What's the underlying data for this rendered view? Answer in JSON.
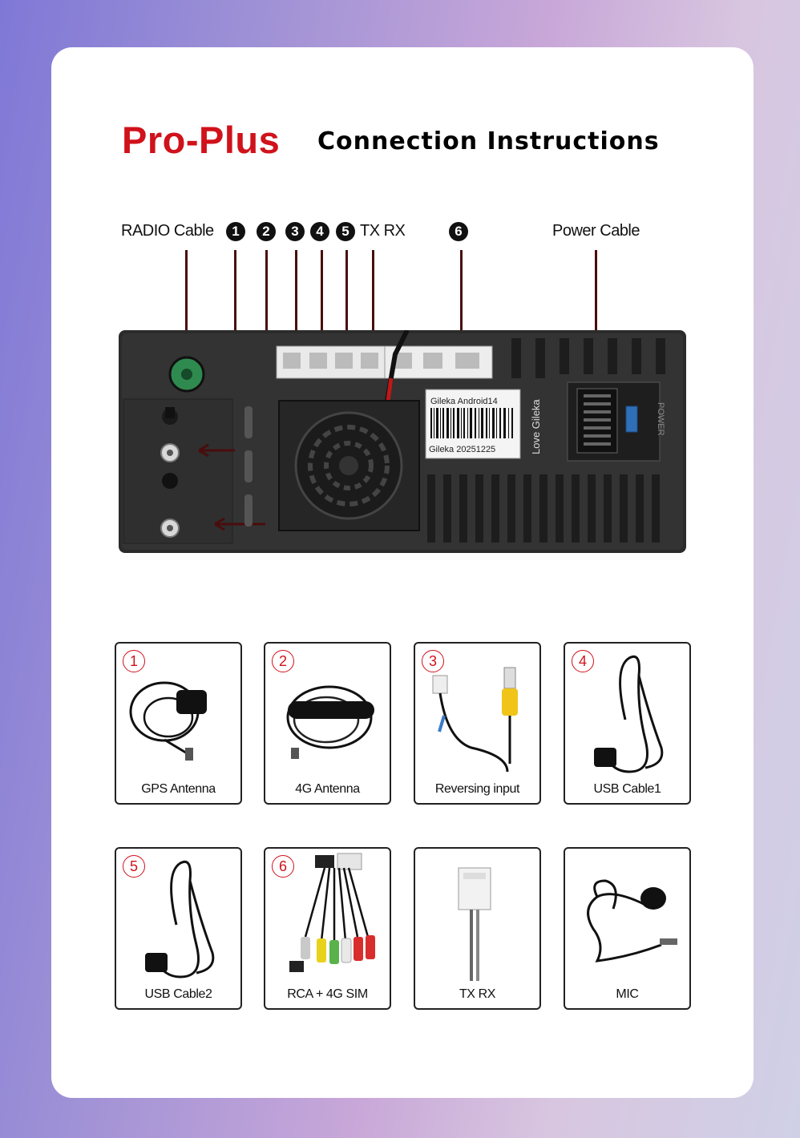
{
  "header": {
    "title_brand": "Pro-Plus",
    "title_rest": "Connection Instructions"
  },
  "callouts": {
    "radio": "RADIO Cable",
    "n1": "1",
    "n2": "2",
    "n3": "3",
    "n4": "4",
    "n5": "5",
    "txrx": "TX RX",
    "n6": "6",
    "power": "Power Cable"
  },
  "unit_label": {
    "line1": "Gileka   Android14",
    "line2": "Gileka  20251225",
    "side": "Love Gileka",
    "power_text": "POWER"
  },
  "accessories": [
    {
      "badge": "1",
      "caption": "GPS Antenna"
    },
    {
      "badge": "2",
      "caption": "4G Antenna"
    },
    {
      "badge": "3",
      "caption": "Reversing input"
    },
    {
      "badge": "4",
      "caption": "USB Cable1"
    },
    {
      "badge": "5",
      "caption": "USB Cable2"
    },
    {
      "badge": "6",
      "caption": "RCA + 4G SIM"
    },
    {
      "badge": "",
      "caption": "TX RX"
    },
    {
      "badge": "",
      "caption": "MIC"
    }
  ],
  "colors": {
    "brand_red": "#d0121b",
    "arrow": "#4a0d0d",
    "unit_body": "#2b2b2b"
  }
}
